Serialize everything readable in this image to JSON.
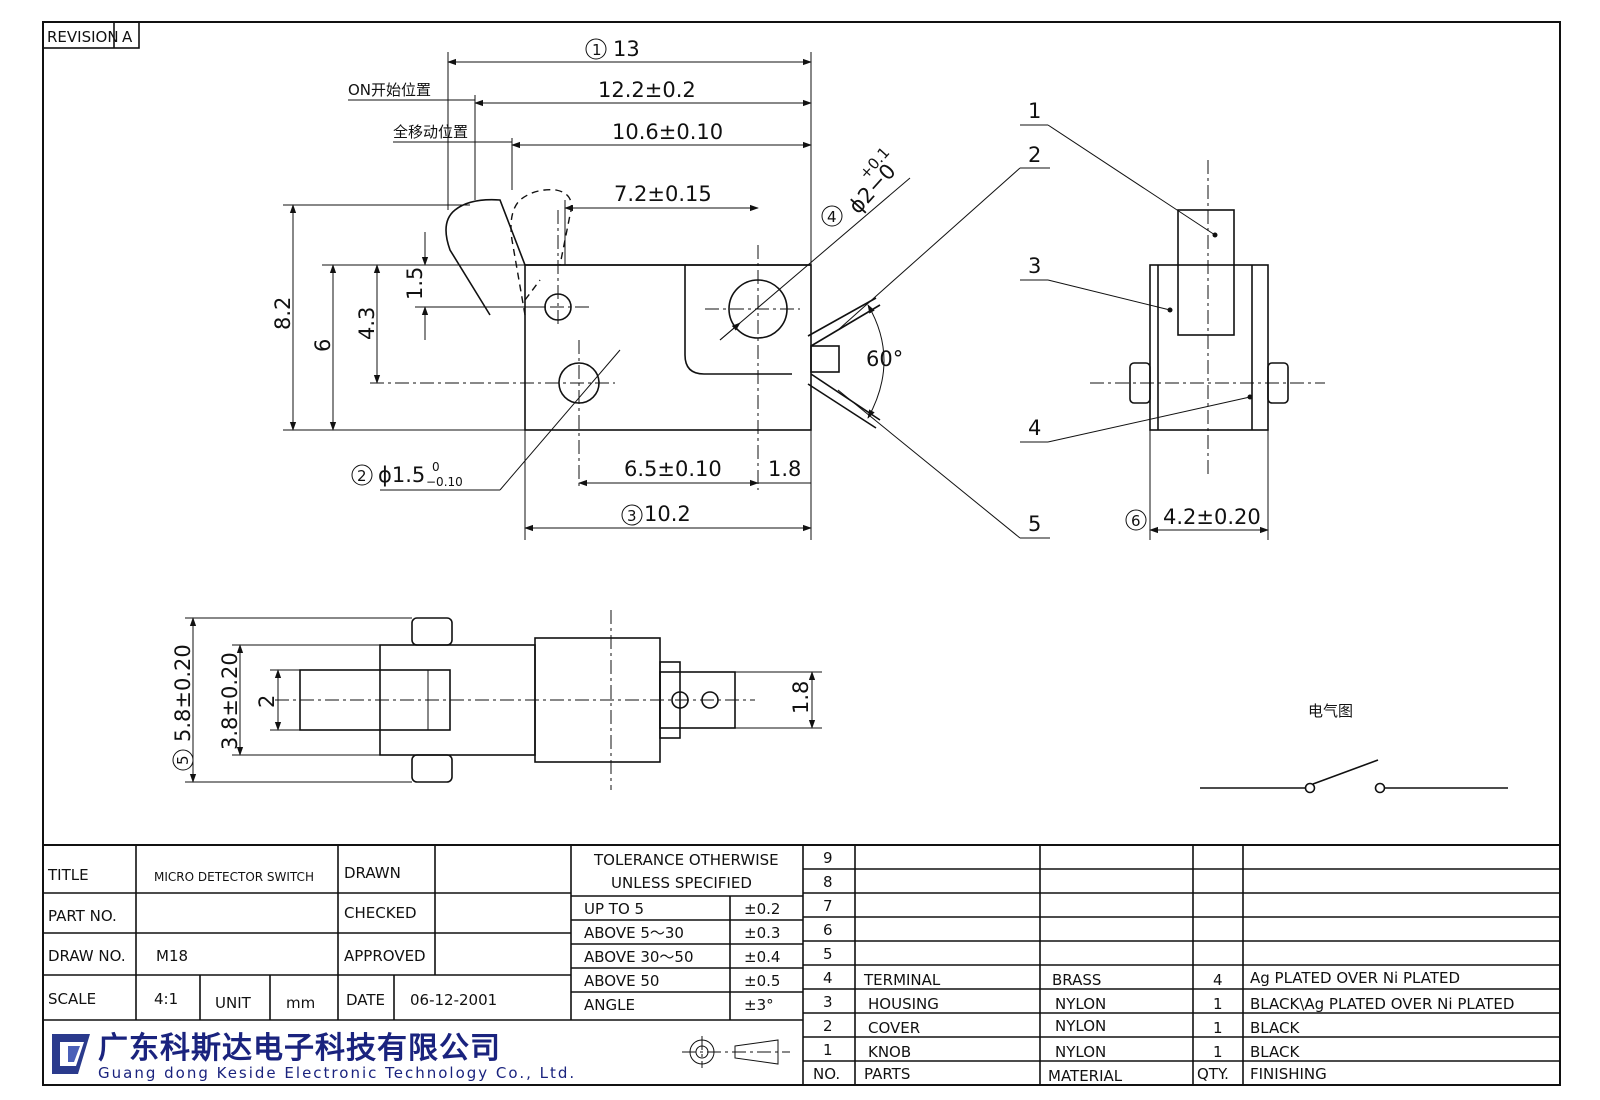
{
  "revision": {
    "label": "REVISION",
    "value": "A"
  },
  "dimensions": {
    "d13": "13",
    "d12_2": "12.2±0.2",
    "d10_6": "10.6±0.10",
    "d7_2": "7.2±0.15",
    "d8_2": "8.2",
    "d6": "6",
    "d4_3": "4.3",
    "d1_5": "1.5",
    "d6_5": "6.5±0.10",
    "d1_8": "1.8",
    "d10_2": "10.2",
    "dia2": "ϕ2−0",
    "dia2_tol": "+0.1",
    "dia1_5": "ϕ1.5",
    "dia1_5_tol_up": "0",
    "dia1_5_tol_dn": "−0.10",
    "angle60": "60°",
    "d4_2": "4.2±0.20",
    "d5_8": "5.8±0.20",
    "d3_8": "3.8±0.20",
    "d2": "2",
    "d1_8b": "1.8"
  },
  "markers": {
    "m1": "1",
    "m2": "2",
    "m3": "3",
    "m4": "4",
    "m5": "5",
    "m6": "6"
  },
  "callouts": {
    "c1": "1",
    "c2": "2",
    "c3": "3",
    "c4": "4",
    "c5": "5"
  },
  "annotations": {
    "on_start": "ON开始位置",
    "full_travel": "全移动位置",
    "electrical": "电气图"
  },
  "title_block": {
    "title_label": "TITLE",
    "title_value": "MICRO DETECTOR SWITCH",
    "part_no_label": "PART NO.",
    "part_no_value": "",
    "draw_no_label": "DRAW NO.",
    "draw_no_value": "M18",
    "scale_label": "SCALE",
    "scale_value": "4:1",
    "unit_label": "UNIT",
    "unit_value": "mm",
    "drawn_label": "DRAWN",
    "checked_label": "CHECKED",
    "approved_label": "APPROVED",
    "date_label": "DATE",
    "date_value": "06-12-2001"
  },
  "tolerance": {
    "header1": "TOLERANCE OTHERWISE",
    "header2": "UNLESS SPECIFIED",
    "rows": [
      {
        "range": "UP TO 5",
        "tol": "±0.2"
      },
      {
        "range": "ABOVE 5～30",
        "tol": "±0.3"
      },
      {
        "range": "ABOVE 30～50",
        "tol": "±0.4"
      },
      {
        "range": "ABOVE 50",
        "tol": "±0.5"
      },
      {
        "range": "ANGLE",
        "tol": "±3°"
      }
    ]
  },
  "company": {
    "name_cn": "广东科斯达电子科技有限公司",
    "name_en": "Guang dong Keside Electronic Technology Co., Ltd."
  },
  "parts": {
    "headers": {
      "no": "NO.",
      "parts": "PARTS",
      "material": "MATERIAL",
      "qty": "QTY.",
      "finishing": "FINISHING"
    },
    "rows": [
      {
        "no": "9",
        "part": "",
        "material": "",
        "qty": "",
        "finish": ""
      },
      {
        "no": "8",
        "part": "",
        "material": "",
        "qty": "",
        "finish": ""
      },
      {
        "no": "7",
        "part": "",
        "material": "",
        "qty": "",
        "finish": ""
      },
      {
        "no": "6",
        "part": "",
        "material": "",
        "qty": "",
        "finish": ""
      },
      {
        "no": "5",
        "part": "",
        "material": "",
        "qty": "",
        "finish": ""
      },
      {
        "no": "4",
        "part": "TERMINAL",
        "material": "BRASS",
        "qty": "4",
        "finish": "Ag PLATED OVER Ni PLATED"
      },
      {
        "no": "3",
        "part": "HOUSING",
        "material": "NYLON",
        "qty": "1",
        "finish": "BLACK\\Ag PLATED OVER Ni PLATED"
      },
      {
        "no": "2",
        "part": "COVER",
        "material": "NYLON",
        "qty": "1",
        "finish": "BLACK"
      },
      {
        "no": "1",
        "part": "KNOB",
        "material": "NYLON",
        "qty": "1",
        "finish": "BLACK"
      }
    ]
  }
}
